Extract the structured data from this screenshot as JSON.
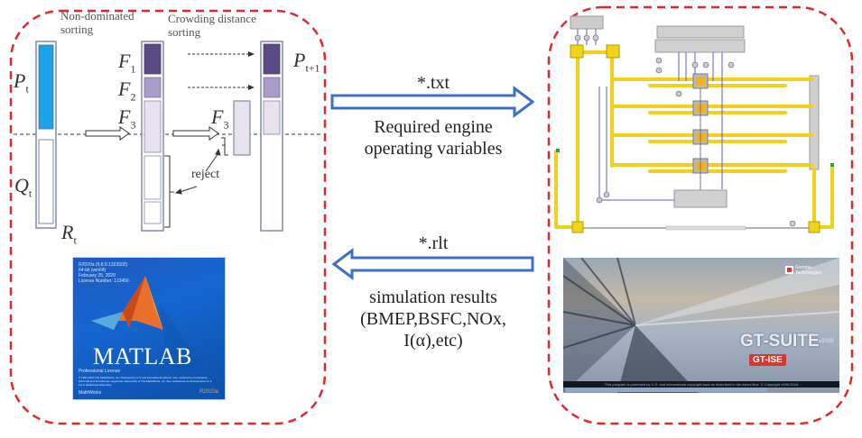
{
  "left_panel": {
    "caption_nondominated": [
      "Non-dominated",
      "sorting"
    ],
    "caption_crowding": [
      "Crowding distance",
      "sorting"
    ],
    "labels": {
      "Pt": {
        "main": "P",
        "sub": "t"
      },
      "Qt": {
        "main": "Q",
        "sub": "t"
      },
      "Rt": {
        "main": "R",
        "sub": "t"
      },
      "F1": {
        "main": "F",
        "sub": "1"
      },
      "F2": {
        "main": "F",
        "sub": "2"
      },
      "F3": {
        "main": "F",
        "sub": "3"
      },
      "F3b": {
        "main": "F",
        "sub": "3"
      },
      "Pt1": {
        "main": "P",
        "sub": "t+1"
      }
    },
    "reject_label": "reject",
    "colors": {
      "pt_fill": "#1aa3e8",
      "f1_fill": "#5b4a86",
      "f2_fill": "#a99cc8",
      "f3_fill": "#e8e1ee",
      "bar_border": "#7f8aa6",
      "dashed_border": "#e02a2a"
    }
  },
  "matlab_splash": {
    "version_lines": [
      "R2020a (9.8.0.1323502)",
      "64-bit (win64)",
      "February 25, 2020",
      "License Number: 123456"
    ],
    "logo_text": "MATLAB",
    "license_type": "Professional License",
    "copyright": "© 1984-2020 The MathWorks, Inc. Protected by U.S and international patents. See mathworks.com/patents. MATLAB and Simulink are registered trademarks of The MathWorks, Inc. See mathworks.com/trademarks for a list of additional trademarks.",
    "vendor": "MathWorks",
    "release": "R2020a"
  },
  "arrows": {
    "forward": {
      "top_label": "*.txt",
      "bottom_lines": [
        "Required engine",
        "operating variables"
      ],
      "direction": "right"
    },
    "backward": {
      "top_label": "*.rlt",
      "bottom_lines": [
        "simulation results",
        "(BMEP,BSFC,NOx,",
        "I(α),etc)"
      ],
      "direction": "left"
    },
    "color": "#3d6fc4"
  },
  "gt_suite_splash": {
    "brand_lines": [
      "Gamma",
      "Technologies"
    ],
    "product": "GT-SUITE",
    "version": "v2016",
    "module": "GT-ISE",
    "footer": "This program is protected by U.S. and international copyright laws as described in the About Box. © Copyright 1996-2016",
    "loading_progress": 0.74
  },
  "engine_model": {
    "cylinders": 4,
    "pipe_color": "#f0d21c",
    "signal_color": "#5a5adc"
  }
}
